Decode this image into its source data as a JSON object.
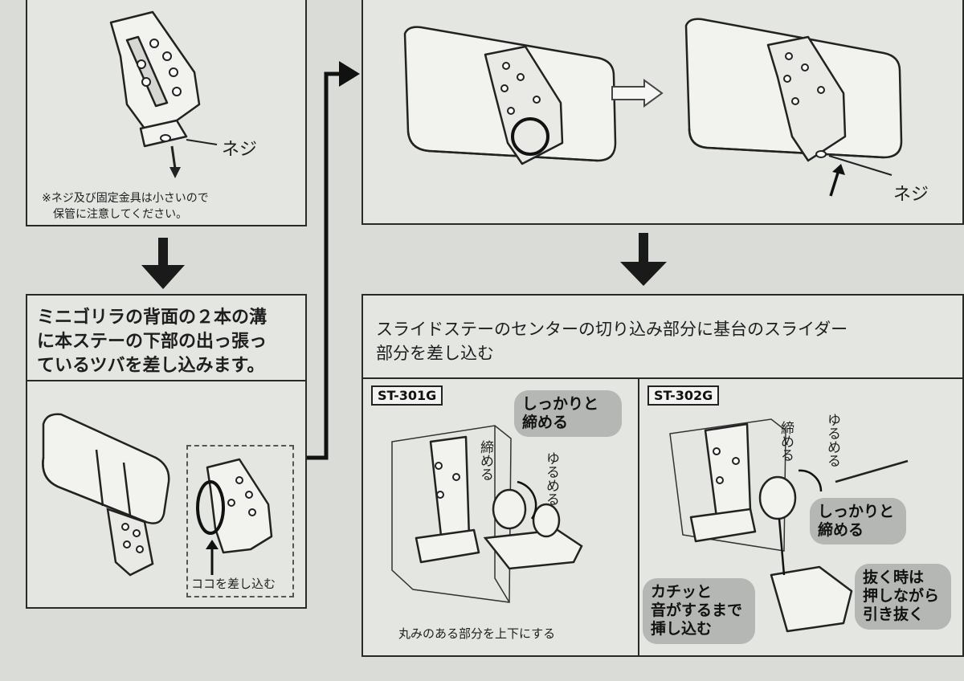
{
  "labels": {
    "screw_left": "ネジ",
    "note_line1": "※ネジ及び固定金具は小さいので",
    "note_line2": "保管に注意してください。",
    "screw_right": "ネジ",
    "instruction_left": [
      "ミニゴリラの背面の２本の溝",
      "に本ステーの下部の出っ張っ",
      "ているツバを差し込みます。"
    ],
    "insert_here": "ココを差し込む",
    "instruction_right": [
      "スライドステーのセンターの切り込み部分に基台のスライダー",
      "部分を差し込む"
    ],
    "st301": {
      "model": "ST-301G",
      "bubble": [
        "しっかりと",
        "締める"
      ],
      "tighten_vertical": "締める",
      "loosen_vertical": "ゆるめる",
      "caption": "丸みのある部分を上下にする"
    },
    "st302": {
      "model": "ST-302G",
      "tighten_vertical": "締める",
      "loosen_vertical": "ゆるめる",
      "bubble_tighten": [
        "しっかりと",
        "締める"
      ],
      "bubble_click": [
        "カチッと",
        "音がするまで",
        "挿し込む"
      ],
      "bubble_pull": [
        "抜く時は",
        "押しながら",
        "引き抜く"
      ]
    }
  },
  "colors": {
    "background": "#d9dcd7",
    "panel": "#e4e6e2",
    "line": "#2a2a2a",
    "bubble": "#b5b7b4"
  }
}
